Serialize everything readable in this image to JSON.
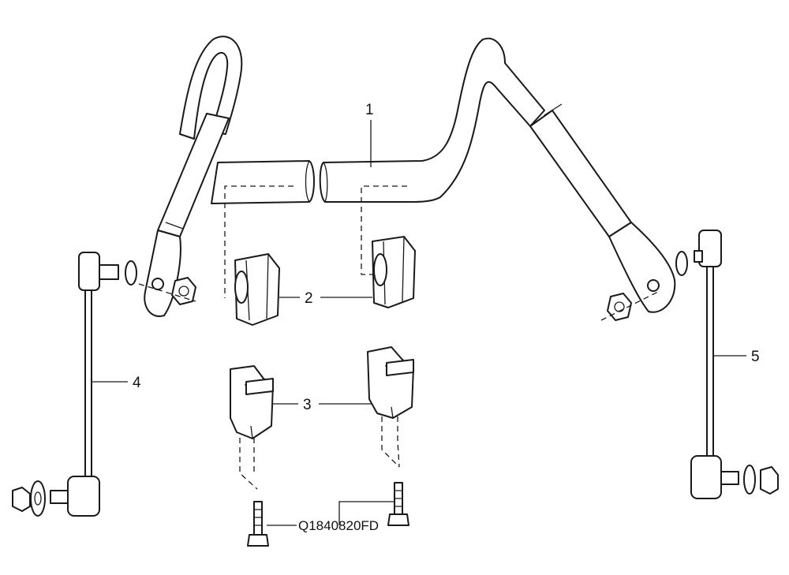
{
  "diagram": {
    "callouts": [
      {
        "id": "stabilizer-bar",
        "label": "1"
      },
      {
        "id": "bushing",
        "label": "2"
      },
      {
        "id": "bushing-bracket",
        "label": "3"
      },
      {
        "id": "left-link",
        "label": "4"
      },
      {
        "id": "right-link",
        "label": "5"
      }
    ],
    "bolt_code": "Q1840820FD",
    "colors": {
      "ink": "#1a1a1a",
      "background": "#ffffff"
    }
  }
}
